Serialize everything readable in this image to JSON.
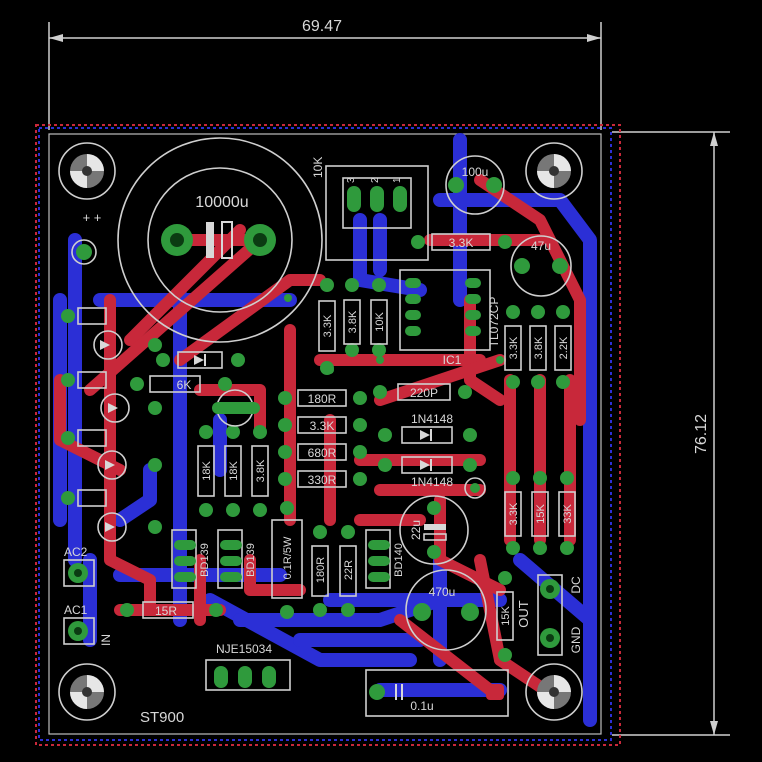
{
  "dimensions": {
    "width": "69.47",
    "height": "76.12"
  },
  "board": {
    "name": "ST900",
    "colors": {
      "background": "#000000",
      "top_copper": "#c8283a",
      "bottom_copper": "#2b2fd6",
      "pads": "#2f9a3c",
      "silkscreen": "#d8d8d8"
    }
  },
  "labels": {
    "cap_main": "10000u",
    "cap_100u": "100u",
    "cap_47u": "47u",
    "cap_22u": "22u",
    "cap_470u": "470u",
    "cap_01u": "0.1u",
    "cap_220p": "220P",
    "pot": "10K",
    "pot_pin3": "3",
    "pot_pin2": "2",
    "pot_pin1": "1",
    "r_33k_top": "3.3K",
    "r_33k_a": "3.3K",
    "r_38k": "3.8K",
    "r_10k_v": "10K",
    "r_33k_r": "3.3K",
    "r_38k_r": "3.8K",
    "r_22k_r": "2.2K",
    "r_6k": "6K",
    "r_180r": "180R",
    "r_33k_mid": "3.3K",
    "r_680r": "680R",
    "r_330r": "330R",
    "r_18k": "18K",
    "r_18k_b": "18K",
    "r_38k_b": "3.8K",
    "r_01r5w": "0.1R/5W",
    "r_180r_b": "180R",
    "r_22r": "22R",
    "r_15r": "15R",
    "r_15k": "15K",
    "r_33k_col": "3.3K",
    "r_15k_col": "15K",
    "r_33k_col2": "33K",
    "ic1": "IC1",
    "ic1_part": "TL072CP",
    "d1": "1N4148",
    "d2": "1N4148",
    "q1": "BD139",
    "q2": "BD139",
    "q3": "BD140",
    "q_out": "NJE15034",
    "ac2": "AC2",
    "ac1": "AC1",
    "in": "IN",
    "out": "OUT",
    "dc": "DC",
    "gnd": "GND",
    "plus_signs": "+ +"
  }
}
